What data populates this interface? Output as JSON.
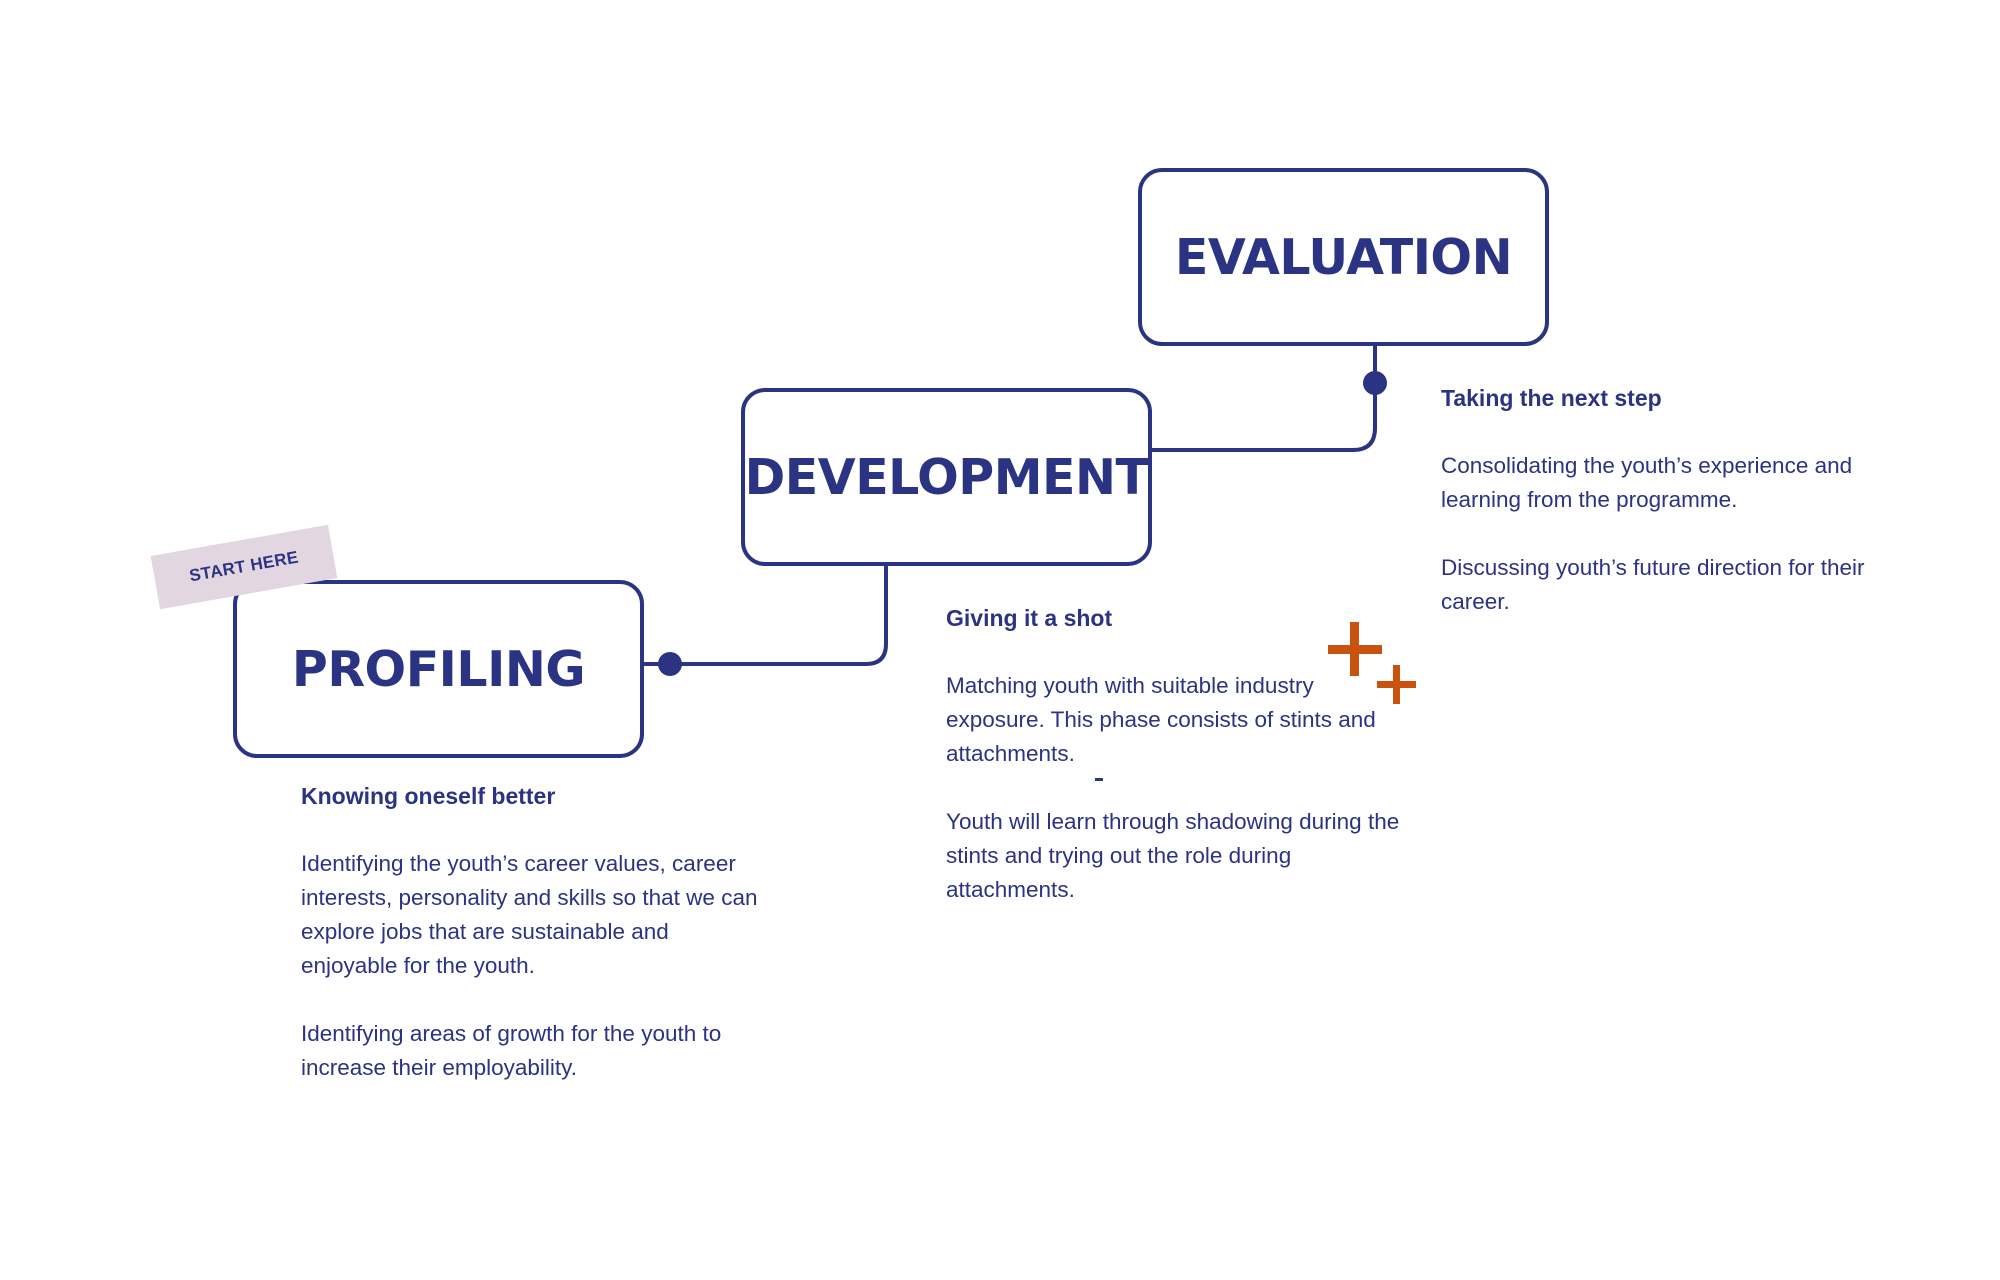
{
  "diagram": {
    "start_label": "START HERE",
    "stages": [
      {
        "title": "PROFILING",
        "heading": "Knowing oneself better",
        "paragraphs": [
          "Identifying the youth’s career values, career interests, personality and skills so that we can explore jobs that are sustainable and enjoyable for the youth.",
          "Identifying areas of growth for the youth to increase their employability."
        ]
      },
      {
        "title": "DEVELOPMENT",
        "heading": "Giving it a shot",
        "paragraphs": [
          "Matching youth with suitable industry exposure. This phase consists of stints and attachments.",
          "Youth will learn through shadowing during the stints and trying out the role during attachments."
        ]
      },
      {
        "title": "EVALUATION",
        "heading": "Taking the next step",
        "paragraphs": [
          "Consolidating the youth’s experience and learning from the programme.",
          "Discussing youth’s future direction for their career."
        ]
      }
    ]
  },
  "colors": {
    "primary": "#2b3383",
    "tag_background": "#e2d6e1",
    "accent": "#c9520f",
    "background": "#ffffff"
  },
  "icons": [
    "plus-icon"
  ]
}
